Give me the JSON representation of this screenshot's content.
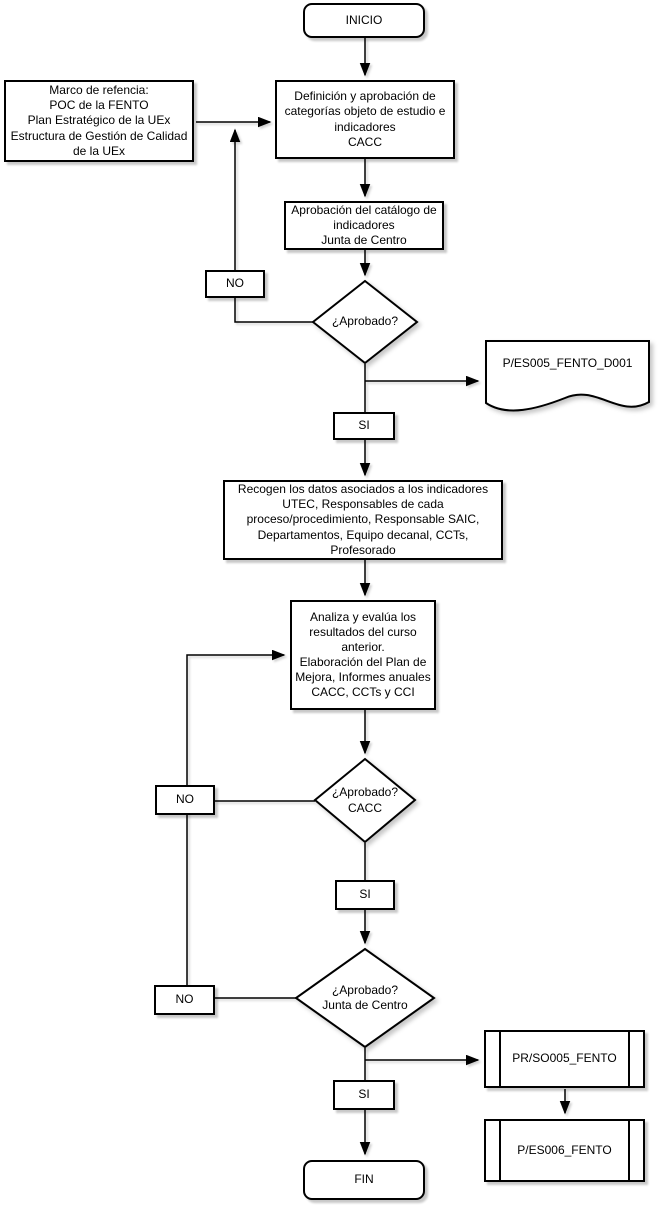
{
  "flowchart": {
    "background_color": "#ffffff",
    "stroke_color": "#000000",
    "fill_color": "#ffffff",
    "nodes": {
      "inicio": "INICIO",
      "marco_referencia": "Marco de refencia:\nPOC de la FENTO\nPlan Estratégico de la UEx\nEstructura de Gestión de Calidad\nde la UEx",
      "definicion_aprobacion": "Definición y aprobación de\ncategorías objeto de estudio e\nindicadores\nCACC",
      "aprobacion_catalogo": "Aprobación del catálogo de\nindicadores\nJunta de Centro",
      "decision_aprobado_1": "¿Aprobado?",
      "no_1": "NO",
      "documento_pes005": "P/ES005_FENTO_D001",
      "si_1": "SI",
      "recogen_datos": "Recogen los datos asociados a los indicadores\nUTEC, Responsables de cada\nproceso/procedimiento, Responsable SAIC,\nDepartamentos, Equipo decanal, CCTs,\nProfesorado",
      "analiza_evalua": "Analiza y evalúa los\nresultados del curso\nanterior.\nElaboración del Plan de\nMejora, Informes anuales\nCACC, CCTs y CCI",
      "decision_aprobado_cacc": "¿Aprobado?\nCACC",
      "no_2": "NO",
      "si_2": "SI",
      "decision_aprobado_junta": "¿Aprobado?\nJunta de Centro",
      "no_3": "NO",
      "proceso_prso005": "PR/SO005_FENTO",
      "si_3": "SI",
      "proceso_pes006": "P/ES006_FENTO",
      "fin": "FIN"
    }
  }
}
